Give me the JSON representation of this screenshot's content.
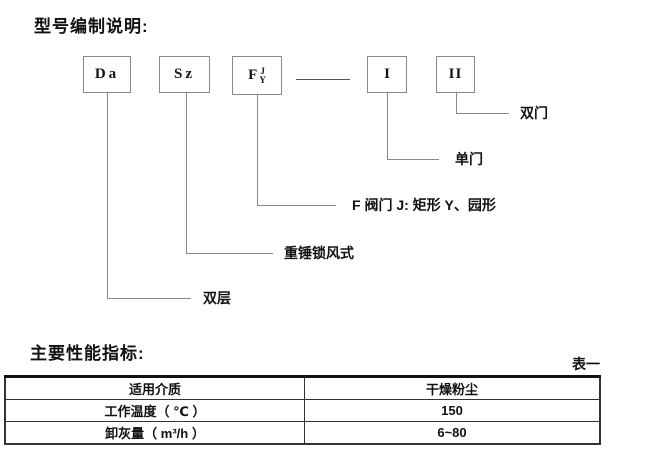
{
  "titles": {
    "model": "型号编制说明:",
    "performance": "主要性能指标:",
    "table_label": "表一"
  },
  "diagram": {
    "boxes": [
      {
        "label": "Da"
      },
      {
        "label": "Sz"
      },
      {
        "label": "F",
        "sup": "J",
        "sub": "Y"
      },
      {
        "label": "I"
      },
      {
        "label": "II"
      }
    ],
    "labels": [
      {
        "text": "双门"
      },
      {
        "text": "单门"
      },
      {
        "text": "F 阀门 J: 矩形  Y、园形"
      },
      {
        "text": "重锤锁风式"
      },
      {
        "text": "双层"
      }
    ]
  },
  "table": {
    "rows": [
      {
        "name": "适用介质",
        "value": "干燥粉尘"
      },
      {
        "name": "工作温度（ ℃ ）",
        "value": "150"
      },
      {
        "name": "卸灰量（ m³/h ）",
        "value": "6~80"
      }
    ]
  },
  "colors": {
    "line_gray": "#8a8a8a",
    "table_border": "#333333",
    "text": "#111111",
    "background": "#ffffff"
  }
}
